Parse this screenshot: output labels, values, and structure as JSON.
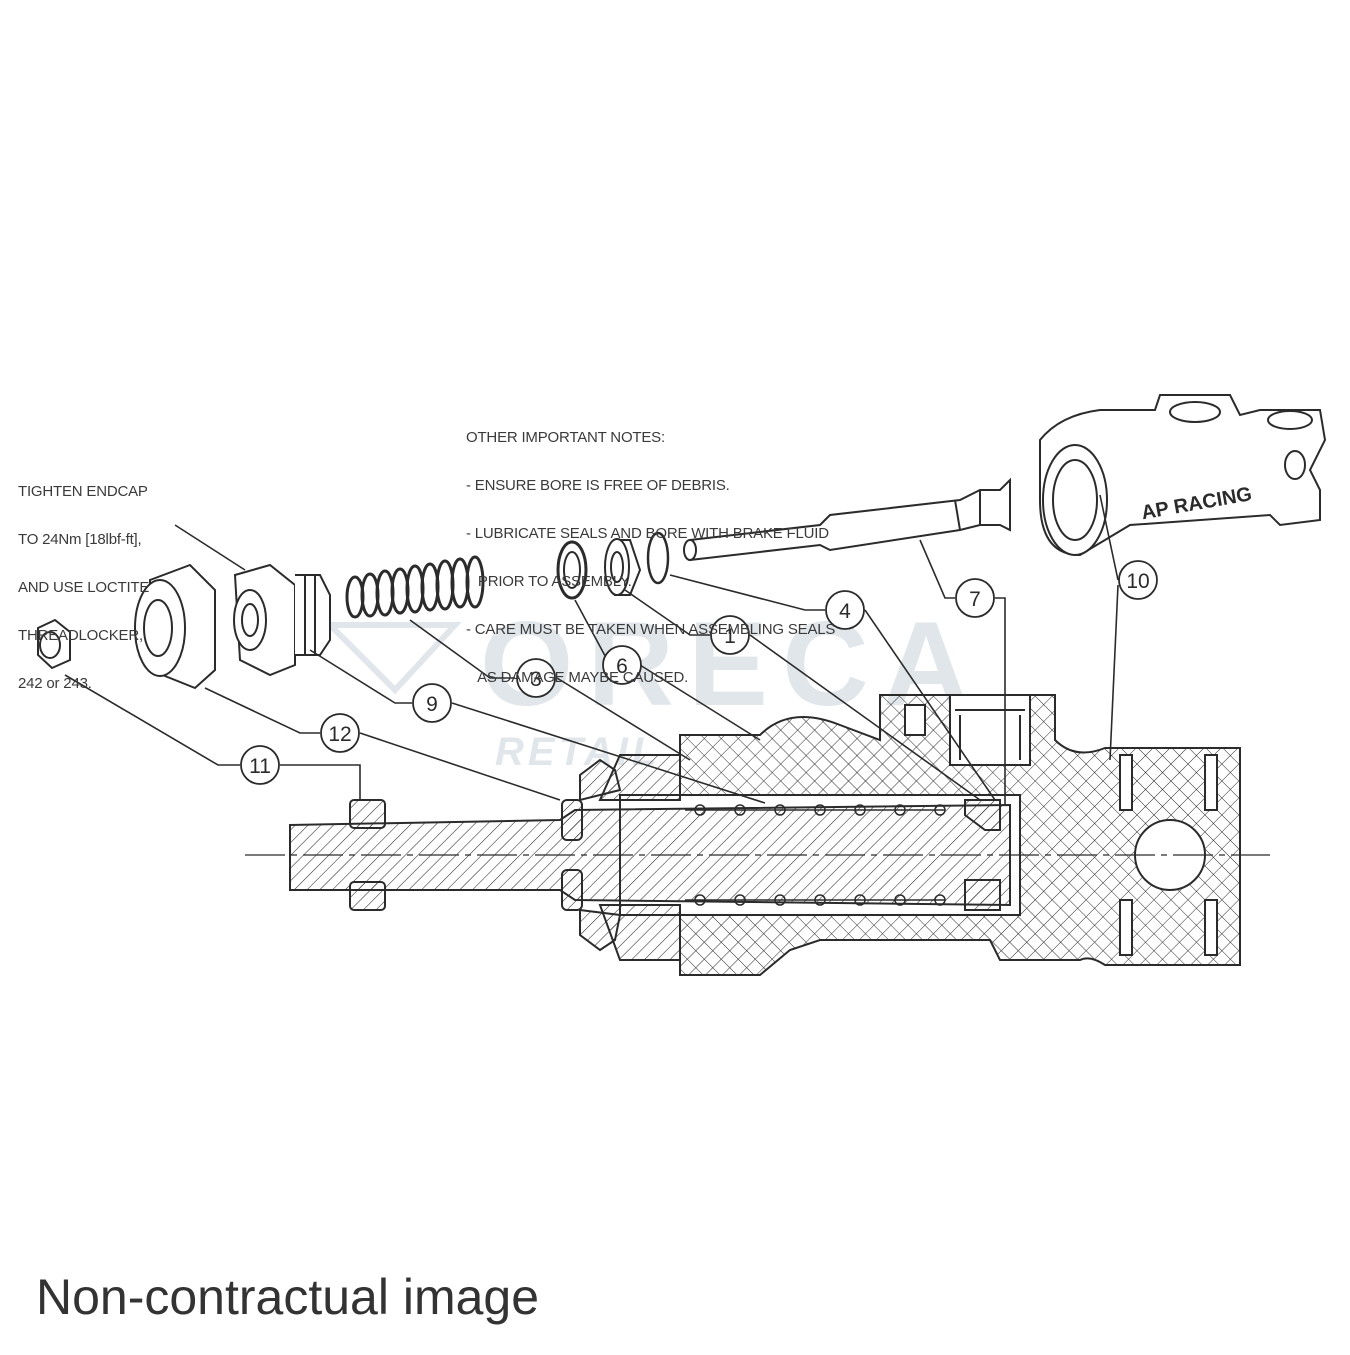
{
  "notes": {
    "torque": {
      "lines": [
        "TIGHTEN ENDCAP",
        "TO 24Nm [18lbf-ft],",
        "AND USE LOCTITE",
        "THREADLOCKER,",
        "242 or 243."
      ]
    },
    "other": {
      "lines": [
        "OTHER IMPORTANT NOTES:",
        "- ENSURE BORE IS FREE OF DEBRIS.",
        "- LUBRICATE SEALS AND BORE WITH BRAKE FLUID",
        "   PRIOR TO ASSEMBLY.",
        "- CARE MUST BE TAKEN WHEN ASSEMBLING SEALS",
        "   AS DAMAGE MAYBE CAUSED."
      ]
    }
  },
  "callouts": [
    {
      "id": "callout-1",
      "label": "1"
    },
    {
      "id": "callout-3",
      "label": "3"
    },
    {
      "id": "callout-4",
      "label": "4"
    },
    {
      "id": "callout-6",
      "label": "6"
    },
    {
      "id": "callout-7",
      "label": "7"
    },
    {
      "id": "callout-9",
      "label": "9"
    },
    {
      "id": "callout-10",
      "label": "10"
    },
    {
      "id": "callout-11",
      "label": "11"
    },
    {
      "id": "callout-12",
      "label": "12"
    }
  ],
  "watermark": {
    "brand": "ORECA",
    "sub": "RETAIL"
  },
  "body_logo": "AP RACING",
  "caption": "Non-contractual image",
  "colors": {
    "line": "#2b2b2b",
    "watermark": "#c9d2dc",
    "text": "#333333"
  }
}
